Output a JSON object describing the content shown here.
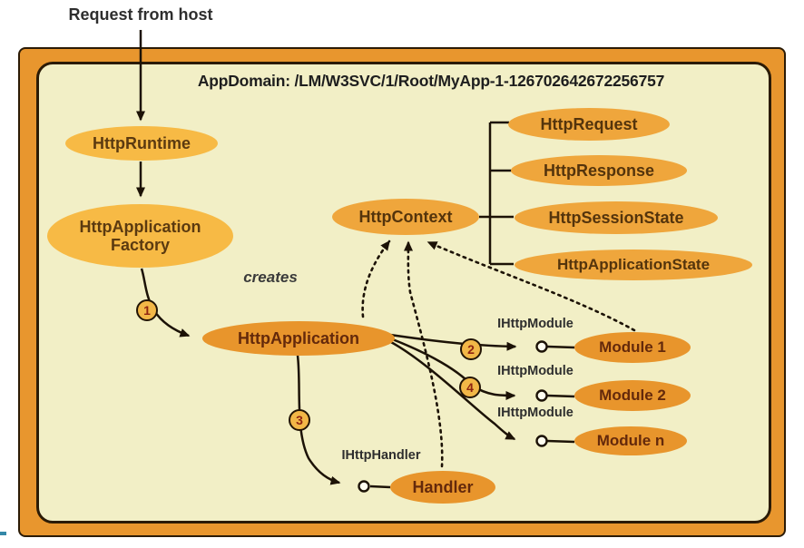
{
  "external_label": "Request from host",
  "appdomain": {
    "title": "AppDomain: /LM/W3SVC/1/Root/MyApp-1-126702642672256757"
  },
  "nodes": {
    "http_runtime": "HttpRuntime",
    "http_application_factory_line1": "HttpApplication",
    "http_application_factory_line2": "Factory",
    "http_application": "HttpApplication",
    "http_context": "HttpContext",
    "http_request": "HttpRequest",
    "http_response": "HttpResponse",
    "http_session_state": "HttpSessionState",
    "http_application_state": "HttpApplicationState",
    "module_1": "Module 1",
    "module_2": "Module 2",
    "module_n": "Module n",
    "handler": "Handler"
  },
  "edge_labels": {
    "creates": "creates",
    "ihttpmodule_1": "IHttpModule",
    "ihttpmodule_2": "IHttpModule",
    "ihttpmodule_3": "IHttpModule",
    "ihttphandler": "IHttpHandler"
  },
  "step_badges": {
    "step1": "1",
    "step2": "2",
    "step3": "3",
    "step4": "4"
  },
  "colors": {
    "frame_orange": "#e8962e",
    "panel_cream": "#f2efc6",
    "ellipse_light": "#f7ba45",
    "ellipse_medium": "#efa63c",
    "ellipse_dark": "#e8952c",
    "line_dark": "#1c1206",
    "badge_number_red": "#8f2411"
  }
}
